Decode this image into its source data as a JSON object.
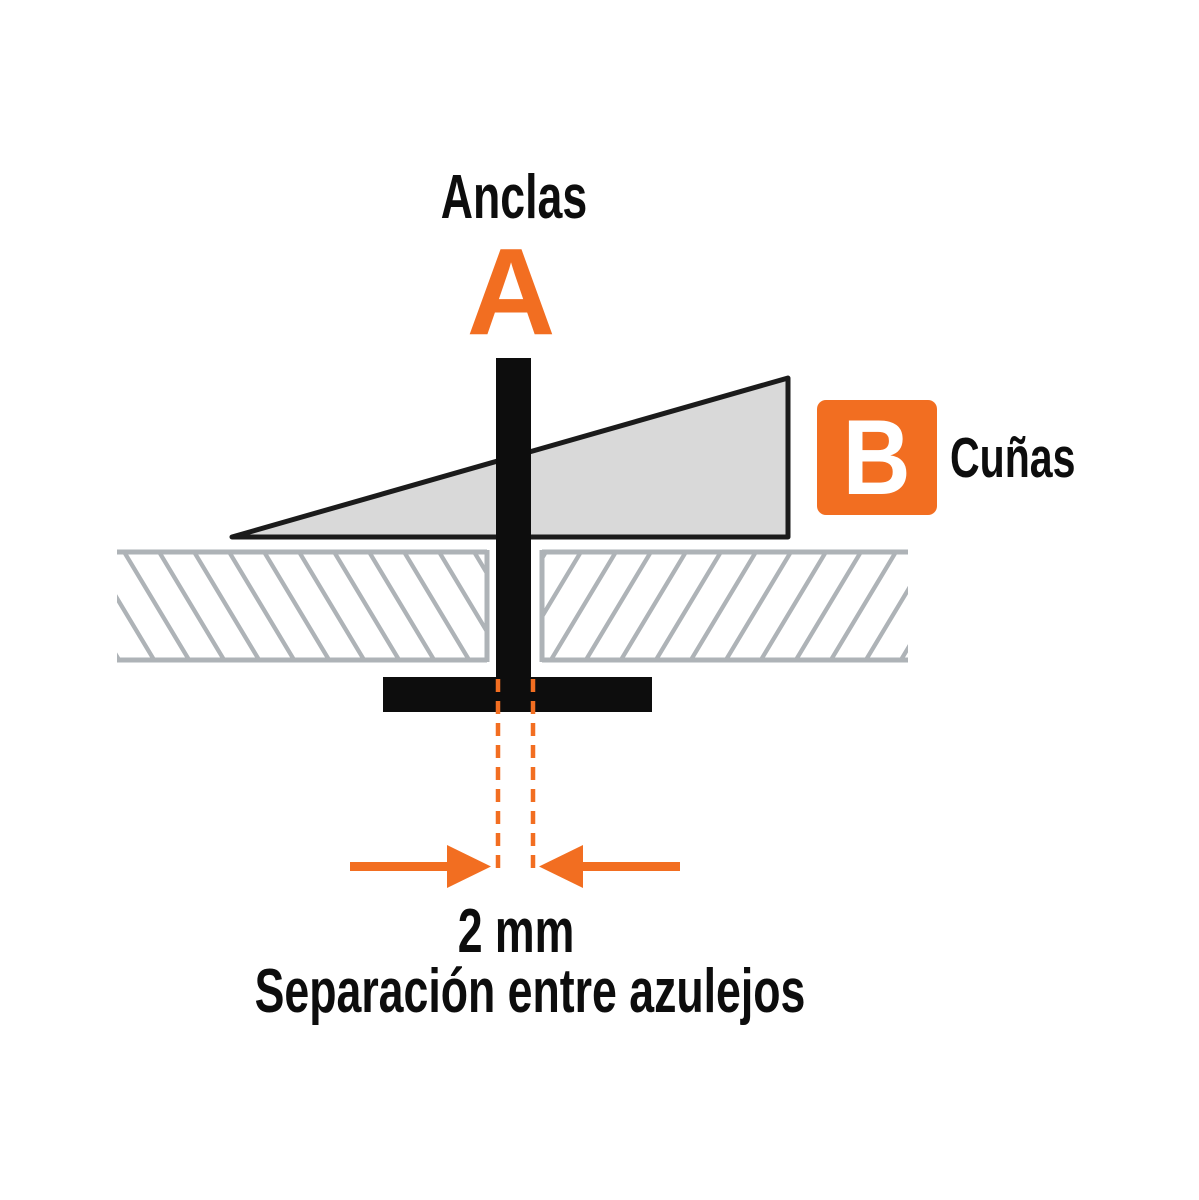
{
  "diagram": {
    "title": "Tile spacer and wedge cross-section diagram",
    "labels": {
      "anchors_title": "Anclas",
      "anchor_letter": "A",
      "wedge_letter": "B",
      "wedges_title": "Cuñas",
      "gap_value": "2 mm",
      "gap_caption": "Separación entre azulejos"
    },
    "colors": {
      "accent_orange": "#F26E21",
      "ink_black": "#0D0D0D",
      "wedge_fill": "#D9D9D9",
      "wedge_stroke": "#1B1B1B",
      "tile_hatch_gray": "#AEB3B7"
    }
  }
}
